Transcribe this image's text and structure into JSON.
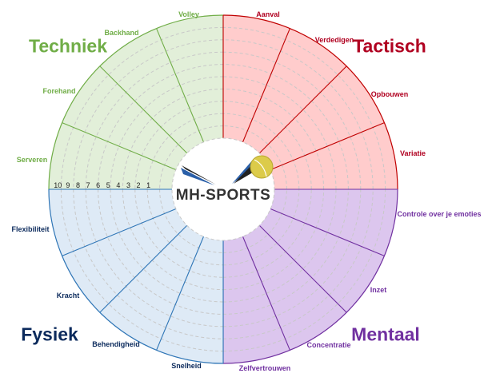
{
  "logo": {
    "text": "MH-SPORTS"
  },
  "scale": [
    "10",
    "9",
    "8",
    "7",
    "6",
    "5",
    "4",
    "3",
    "2",
    "1"
  ],
  "quadrants": [
    {
      "title": "Techniek",
      "fill": "#e2efd9",
      "stroke": "#70ad47",
      "items": [
        "Serveren",
        "Forehand",
        "Backhand",
        "Volley"
      ]
    },
    {
      "title": "Tactisch",
      "fill": "#ffcccc",
      "stroke": "#c00000",
      "items": [
        "Aanval",
        "Verdedigen",
        "Opbouwen",
        "Variatie"
      ]
    },
    {
      "title": "Mentaal",
      "fill": "#dcc6ee",
      "stroke": "#7030a0",
      "items": [
        "Controle over je emoties",
        "Inzet",
        "Concentratie",
        "Zelfvertrouwen"
      ]
    },
    {
      "title": "Fysiek",
      "fill": "#deeaf6",
      "stroke": "#2e75b6",
      "items": [
        "Snelheid",
        "Behendigheid",
        "Kracht",
        "Flexibiliteit"
      ]
    }
  ]
}
